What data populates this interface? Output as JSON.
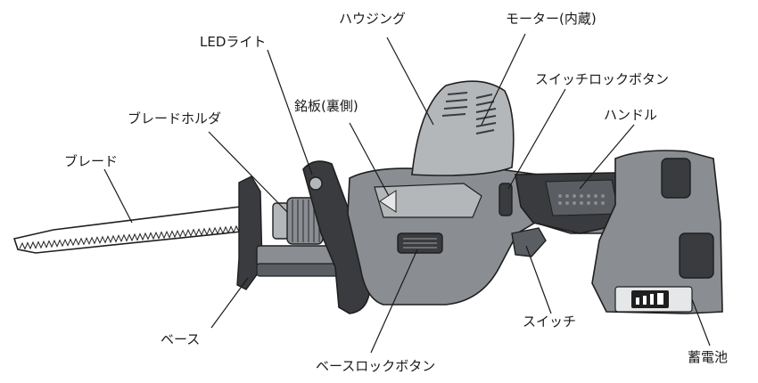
{
  "labels": {
    "housing": "ハウジング",
    "motor": "モーター(内蔵)",
    "led_light": "LEDライト",
    "switch_lock_button": "スイッチロックボタン",
    "nameplate": "銘板(裏側)",
    "handle": "ハンドル",
    "blade_holder": "ブレードホルダ",
    "blade": "ブレード",
    "base": "ベース",
    "switch": "スイッチ",
    "battery": "蓄電池",
    "base_lock_button": "ベースロックボタン"
  },
  "colors": {
    "body": "#8a8d91",
    "body_dark": "#3a3b3e",
    "body_light": "#b4b7ba",
    "outline": "#1f1f1f",
    "blade": "#ffffff",
    "leader": "#1a1a1a"
  }
}
